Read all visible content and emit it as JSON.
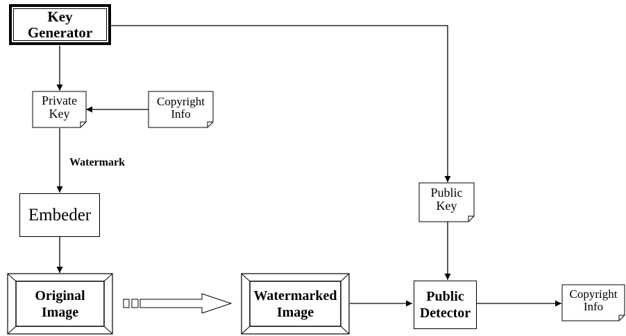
{
  "nodes": {
    "key_generator": [
      "Key",
      "Generator"
    ],
    "private_key": [
      "Private",
      "Key"
    ],
    "copyright_info_top": [
      "Copyright",
      "Info"
    ],
    "embeder": "Embeder",
    "original_image": [
      "Original",
      "Image"
    ],
    "watermarked_image": [
      "Watermarked",
      "Image"
    ],
    "public_key": [
      "Public",
      "Key"
    ],
    "public_detector": [
      "Public",
      "Detector"
    ],
    "copyright_info_out": [
      "Copyright",
      "Info"
    ]
  },
  "edges": {
    "watermark_label": "Watermark"
  }
}
